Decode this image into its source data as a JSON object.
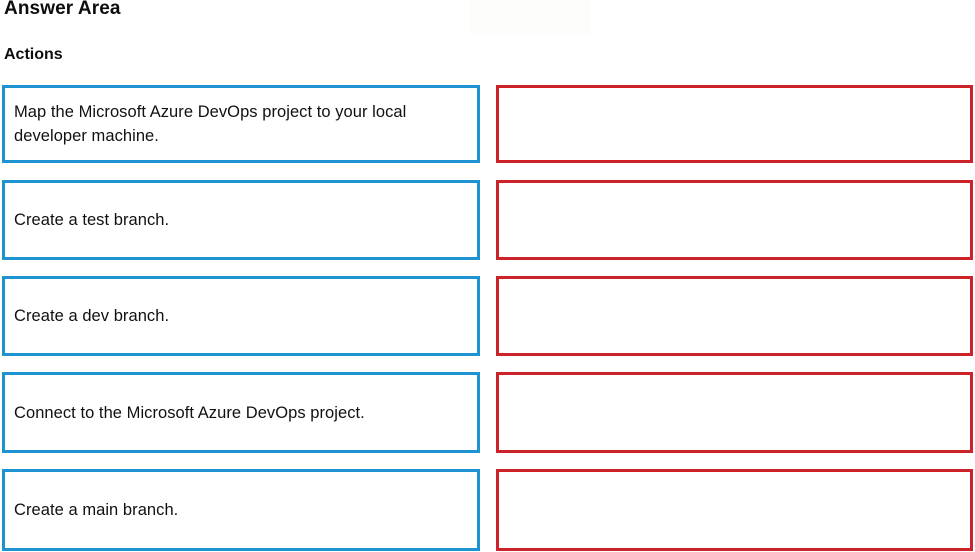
{
  "header": {
    "title": "Answer Area",
    "section_label": "Actions"
  },
  "colors": {
    "action_border": "#1d93d2",
    "answer_border": "#cc2229",
    "text": "#111111",
    "background": "#ffffff"
  },
  "rows": [
    {
      "action_label": "Map the Microsoft Azure DevOps project to your local developer machine.",
      "answer_label": ""
    },
    {
      "action_label": "Create a test branch.",
      "answer_label": ""
    },
    {
      "action_label": "Create a dev branch.",
      "answer_label": ""
    },
    {
      "action_label": "Connect to the Microsoft Azure DevOps project.",
      "answer_label": ""
    },
    {
      "action_label": "Create a main branch.",
      "answer_label": ""
    }
  ]
}
